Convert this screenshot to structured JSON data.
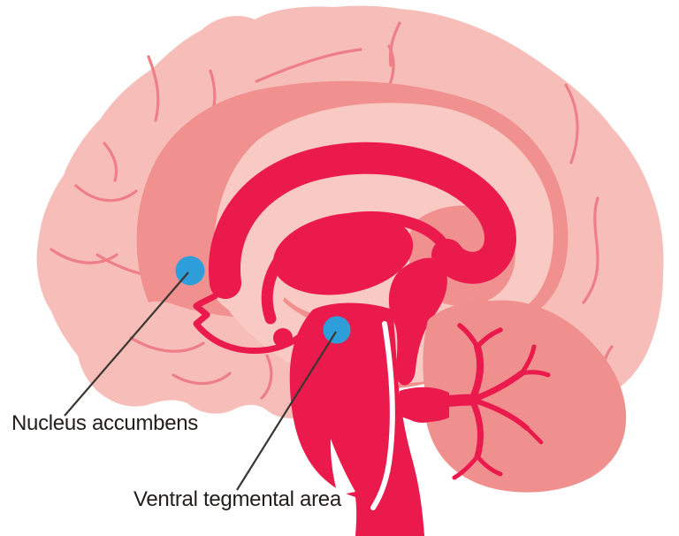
{
  "figure": {
    "kind": "brain-sagittal-illustration",
    "labels": {
      "nucleus_accumbens": "Nucleus accumbens",
      "ventral_tegmental_area": "Ventral tegmental area"
    }
  },
  "colors": {
    "background": "#FFFFFF",
    "cortex": "#F7BEB9",
    "cortex_inner": "#F9CAC3",
    "band": "#F0918F",
    "cerebellum": "#F0908E",
    "crimson": "#EB1A4D",
    "sulcus": "#EE7E87",
    "marker_blue": "#2D9ED9",
    "label_line": "#3A3632",
    "label_text": "#211E1C"
  }
}
